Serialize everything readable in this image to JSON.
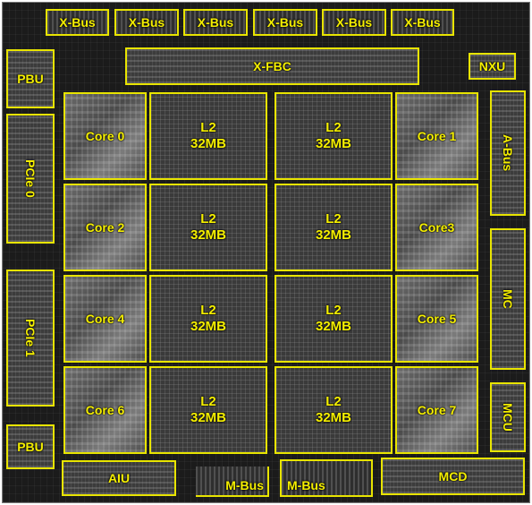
{
  "buses_top": [
    "X-Bus",
    "X-Bus",
    "X-Bus",
    "X-Bus",
    "X-Bus",
    "X-Bus"
  ],
  "xfbc": "X-FBC",
  "nxu": "NXU",
  "pbu_top": "PBU",
  "pbu_bottom": "PBU",
  "pcie0": "PCIe 0",
  "pcie1": "PCIe 1",
  "abus": "A-Bus",
  "mc": "MC",
  "mcu": "MCU",
  "aiu": "AIU",
  "mbus_left": "M-Bus",
  "mbus_right": "M-Bus",
  "mcd": "MCD",
  "cores": [
    "Core 0",
    "Core 1",
    "Core 2",
    "Core3",
    "Core 4",
    "Core 5",
    "Core 6",
    "Core 7"
  ],
  "l2": {
    "line1": "L2",
    "line2": "32MB"
  }
}
